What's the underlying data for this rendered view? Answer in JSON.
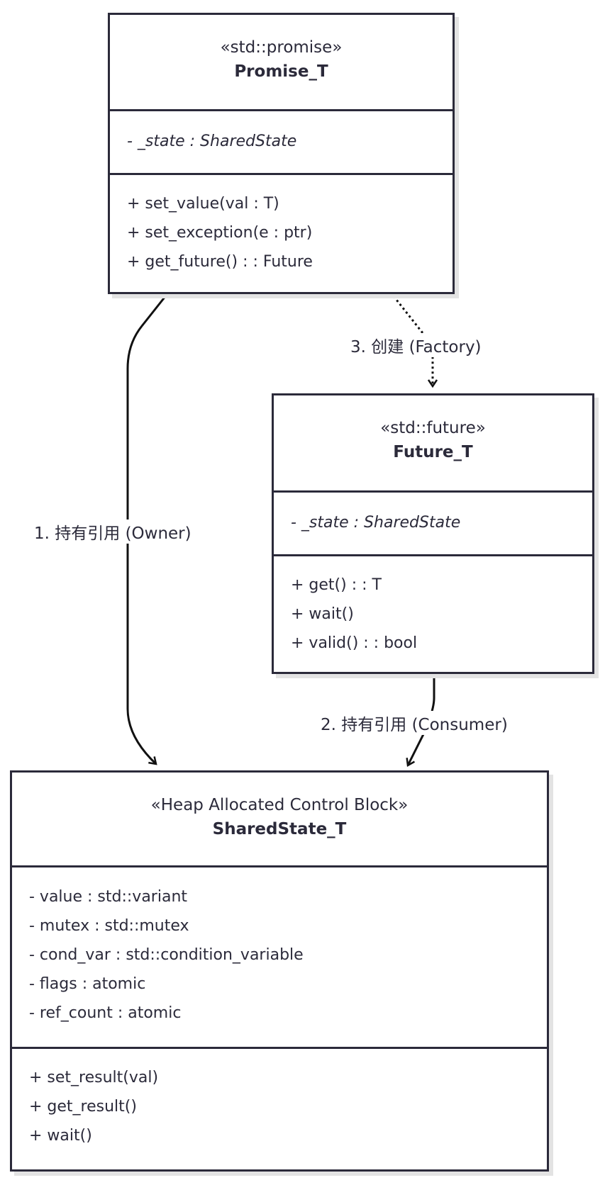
{
  "classes": {
    "promise": {
      "stereotype": "«std::promise»",
      "name": "Promise_T",
      "attributes": [
        "- _state : SharedState"
      ],
      "operations": [
        "+ set_value(val : T)",
        "+ set_exception(e : ptr)",
        "+ get_future() : : Future"
      ]
    },
    "future": {
      "stereotype": "«std::future»",
      "name": "Future_T",
      "attributes": [
        "- _state : SharedState"
      ],
      "operations": [
        "+ get() : : T",
        "+ wait()",
        "+ valid() : : bool"
      ]
    },
    "shared": {
      "stereotype": "«Heap Allocated Control Block»",
      "name": "SharedState_T",
      "attributes": [
        "- value : std::variant",
        "- mutex : std::mutex",
        "- cond_var : std::condition_variable",
        "- flags : atomic",
        "- ref_count : atomic"
      ],
      "operations": [
        "+ set_result(val)",
        "+ get_result()",
        "+ wait()"
      ]
    }
  },
  "edges": {
    "owner": "1. 持有引用 (Owner)",
    "consumer": "2. 持有引用 (Consumer)",
    "factory": "3. 创建 (Factory)"
  }
}
